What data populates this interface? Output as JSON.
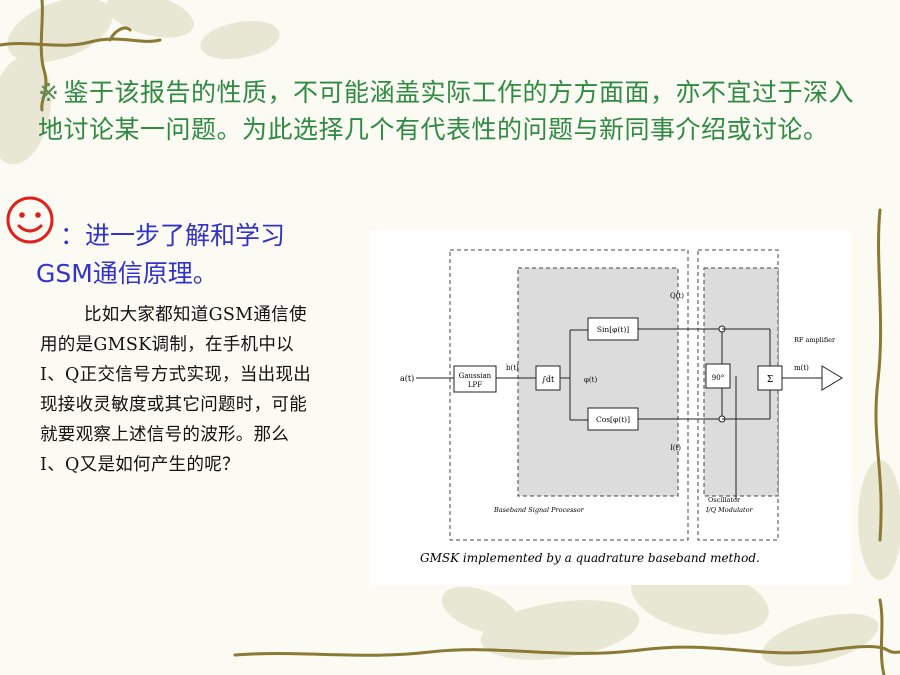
{
  "slide": {
    "intro": {
      "mark": "※",
      "text": "鉴于该报告的性质，不可能涵盖实际工作的方方面面，亦不宜过于深入地讨论某一问题。为此选择几个有代表性的问题与新同事介绍或讨论。"
    },
    "heading": "：进一步了解和学习GSM通信原理。",
    "body": "比如大家都知道GSM通信使用的是GMSK调制，在手机中以I、Q正交信号方式实现，当出现出现接收灵敏度或其它问题时，可能就要观察上述信号的波形。那么I、Q又是如何产生的呢？"
  },
  "diagram": {
    "caption": "GMSK implemented by a quadrature baseband method.",
    "labels": {
      "input": "a(t)",
      "gaussian_line1": "Gaussian",
      "gaussian_line2": "LPF",
      "bt": "b(t)",
      "integrator": "∫dt",
      "phi": "φ(t)",
      "sin_block": "Sin[φ(t)]",
      "cos_block": "Cos[φ(t)]",
      "q_label": "Q(t)",
      "i_label": "I(t)",
      "phase_block": "90°",
      "sum_block": "Σ",
      "output": "m(t)",
      "rf_amp": "RF amplifier",
      "osc_line1": "Oscillator",
      "osc_line2": "I/Q Modulator",
      "baseband": "Baseband Signal Processor"
    }
  },
  "colors": {
    "intro_text": "#2f8b43",
    "heading_text": "#3333cc",
    "smiley": "#e0201a",
    "diagram_shade": "#dcdcdc"
  }
}
